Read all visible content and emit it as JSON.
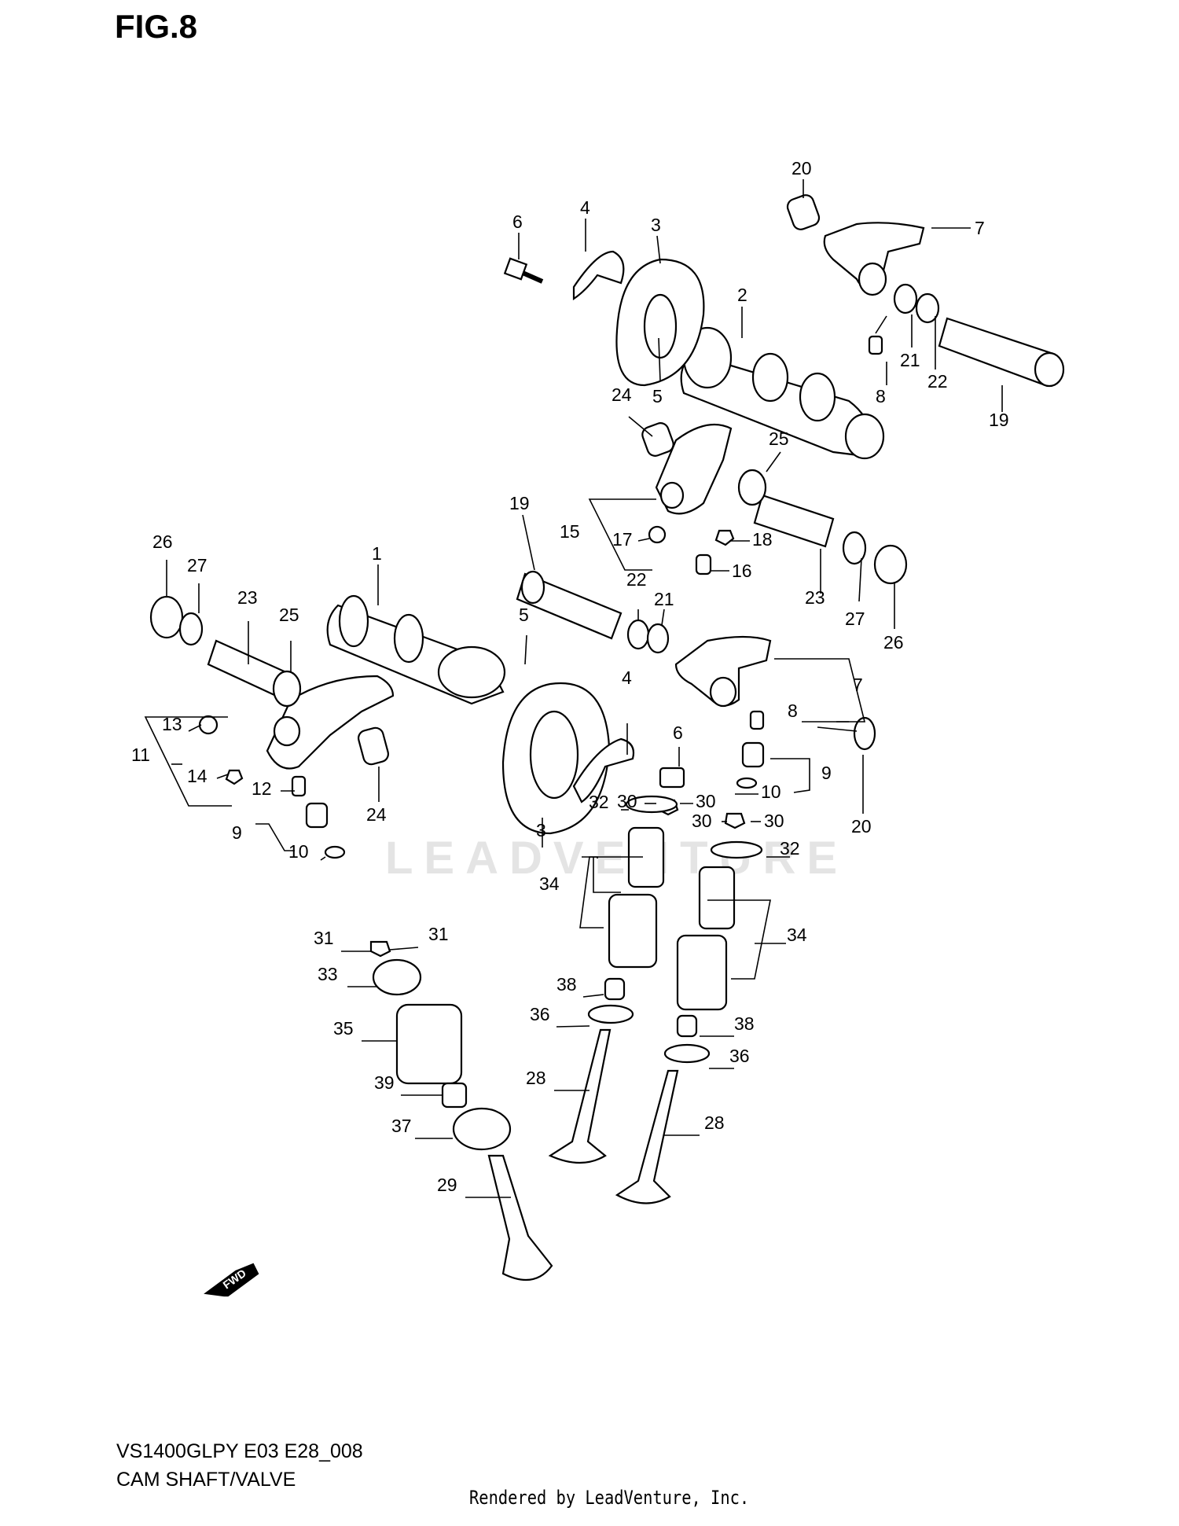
{
  "figure": {
    "title": "FIG.8",
    "model_line": "VS1400GLPY E03 E28_008",
    "section_name": "CAM SHAFT/VALVE",
    "credit": "Rendered by LeadVenture, Inc.",
    "watermark": "LEADVENTURE",
    "fwd_label": "FWD"
  },
  "callouts": [
    {
      "id": "c20a",
      "text": "20"
    },
    {
      "id": "c6a",
      "text": "6"
    },
    {
      "id": "c4a",
      "text": "4"
    },
    {
      "id": "c3a",
      "text": "3"
    },
    {
      "id": "c7a",
      "text": "7"
    },
    {
      "id": "c2",
      "text": "2"
    },
    {
      "id": "c21a",
      "text": "21"
    },
    {
      "id": "c22a",
      "text": "22"
    },
    {
      "id": "c8a",
      "text": "8"
    },
    {
      "id": "c5a",
      "text": "5"
    },
    {
      "id": "c19a",
      "text": "19"
    },
    {
      "id": "c24a",
      "text": "24"
    },
    {
      "id": "c25a",
      "text": "25"
    },
    {
      "id": "c19b",
      "text": "19"
    },
    {
      "id": "c15",
      "text": "15"
    },
    {
      "id": "c17",
      "text": "17"
    },
    {
      "id": "c18",
      "text": "18"
    },
    {
      "id": "c16",
      "text": "16"
    },
    {
      "id": "c26a",
      "text": "26"
    },
    {
      "id": "c27a",
      "text": "27"
    },
    {
      "id": "c1",
      "text": "1"
    },
    {
      "id": "c22b",
      "text": "22"
    },
    {
      "id": "c21b",
      "text": "21"
    },
    {
      "id": "c23a",
      "text": "23"
    },
    {
      "id": "c23b",
      "text": "23"
    },
    {
      "id": "c27b",
      "text": "27"
    },
    {
      "id": "c26b",
      "text": "26"
    },
    {
      "id": "c25b",
      "text": "25"
    },
    {
      "id": "c5b",
      "text": "5"
    },
    {
      "id": "c7b",
      "text": "7"
    },
    {
      "id": "c4b",
      "text": "4"
    },
    {
      "id": "c8b",
      "text": "8"
    },
    {
      "id": "c13",
      "text": "13"
    },
    {
      "id": "c6b",
      "text": "6"
    },
    {
      "id": "c11",
      "text": "11"
    },
    {
      "id": "c9a",
      "text": "9"
    },
    {
      "id": "c14",
      "text": "14"
    },
    {
      "id": "c30a",
      "text": "30"
    },
    {
      "id": "c30b",
      "text": "30"
    },
    {
      "id": "c10a",
      "text": "10"
    },
    {
      "id": "c12",
      "text": "12"
    },
    {
      "id": "c20b",
      "text": "20"
    },
    {
      "id": "c24b",
      "text": "24"
    },
    {
      "id": "c32a",
      "text": "32"
    },
    {
      "id": "c30c",
      "text": "30"
    },
    {
      "id": "c30d",
      "text": "30"
    },
    {
      "id": "c3b",
      "text": "3"
    },
    {
      "id": "c9b",
      "text": "9"
    },
    {
      "id": "c32b",
      "text": "32"
    },
    {
      "id": "c10b",
      "text": "10"
    },
    {
      "id": "c34a",
      "text": "34"
    },
    {
      "id": "c34b",
      "text": "34"
    },
    {
      "id": "c31a",
      "text": "31"
    },
    {
      "id": "c31b",
      "text": "31"
    },
    {
      "id": "c33",
      "text": "33"
    },
    {
      "id": "c38a",
      "text": "38"
    },
    {
      "id": "c36a",
      "text": "36"
    },
    {
      "id": "c35",
      "text": "35"
    },
    {
      "id": "c38b",
      "text": "38"
    },
    {
      "id": "c36b",
      "text": "36"
    },
    {
      "id": "c39",
      "text": "39"
    },
    {
      "id": "c28a",
      "text": "28"
    },
    {
      "id": "c37",
      "text": "37"
    },
    {
      "id": "c28b",
      "text": "28"
    },
    {
      "id": "c29",
      "text": "29"
    }
  ]
}
